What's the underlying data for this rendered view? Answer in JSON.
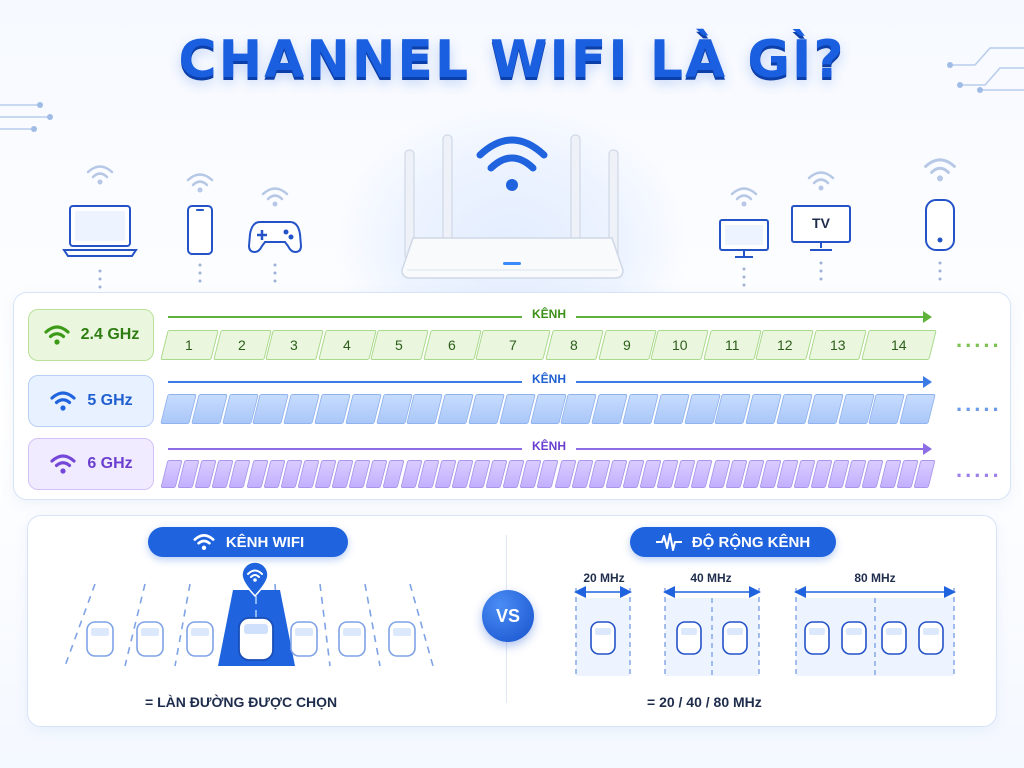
{
  "title": "CHANNEL WIFI LÀ GÌ?",
  "colors": {
    "accent": "#1f63df",
    "band_24": "#2f7d12",
    "band_5": "#1f5fd0",
    "band_6": "#6a3fd0"
  },
  "devices_left": [
    {
      "icon": "laptop-icon"
    },
    {
      "icon": "smartphone-icon"
    },
    {
      "icon": "gamepad-icon"
    }
  ],
  "devices_right": [
    {
      "icon": "monitor-icon"
    },
    {
      "icon": "tv-icon",
      "label": "TV"
    },
    {
      "icon": "smart-speaker-icon"
    }
  ],
  "bands": [
    {
      "label": "2.4 GHz",
      "axis_label": "KÊNH",
      "channels": [
        "1",
        "2",
        "3",
        "4",
        "5",
        "6",
        "7",
        "8",
        "9",
        "10",
        "11",
        "12",
        "13",
        "14"
      ],
      "more": "....."
    },
    {
      "label": "5 GHz",
      "axis_label": "KÊNH",
      "more": "....."
    },
    {
      "label": "6 GHz",
      "axis_label": "KÊNH",
      "more": "....."
    }
  ],
  "wifi_channel": {
    "heading": "KÊNH WIFI",
    "caption": "= LÀN ĐƯỜNG ĐƯỢC CHỌN"
  },
  "vs_label": "VS",
  "channel_width": {
    "heading": "ĐỘ RỘNG KÊNH",
    "widths": [
      "20 MHz",
      "40 MHz",
      "80 MHz"
    ],
    "caption": "= 20 / 40 / 80 MHz"
  }
}
